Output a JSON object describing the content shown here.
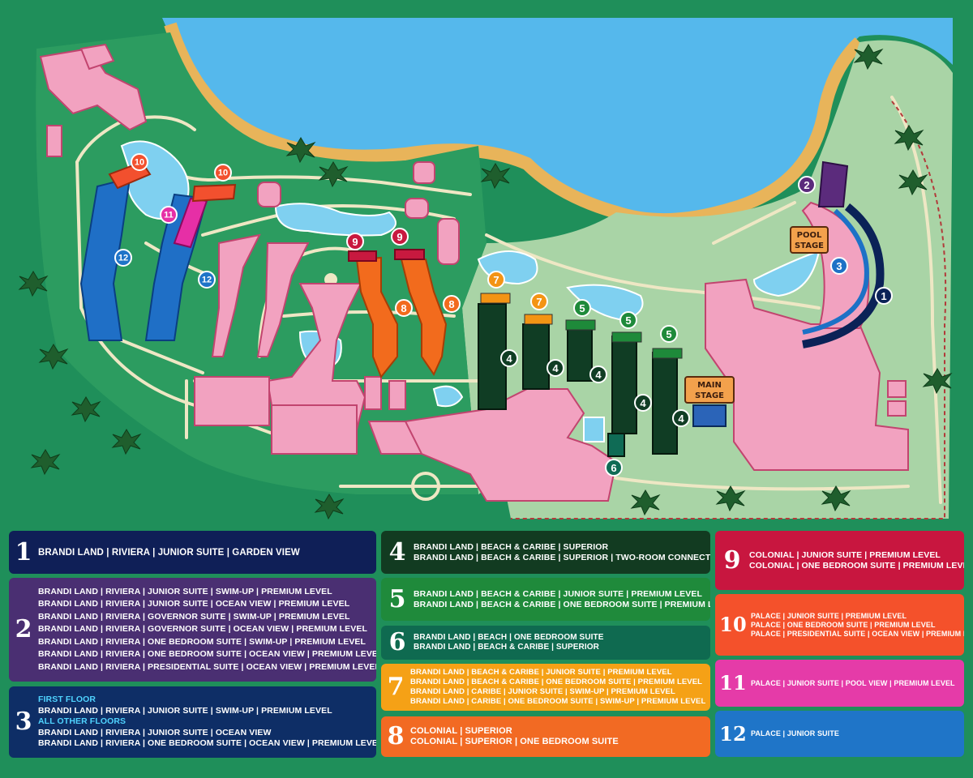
{
  "map": {
    "signs": {
      "pool_stage": [
        "POOL",
        "STAGE"
      ],
      "main_stage": [
        "MAIN",
        "STAGE"
      ]
    },
    "markers": [
      {
        "id": "1",
        "color": "#0b2257"
      },
      {
        "id": "2",
        "color": "#5b2b7c"
      },
      {
        "id": "3",
        "color": "#1d71c6"
      },
      {
        "id": "4",
        "color": "#103d24"
      },
      {
        "id": "5",
        "color": "#1e8a3a"
      },
      {
        "id": "6",
        "color": "#0f6b55"
      },
      {
        "id": "7",
        "color": "#f39414"
      },
      {
        "id": "8",
        "color": "#f26b1d"
      },
      {
        "id": "9",
        "color": "#c8193f"
      },
      {
        "id": "10",
        "color": "#f2502e"
      },
      {
        "id": "11",
        "color": "#e62fa6"
      },
      {
        "id": "12",
        "color": "#1f74c8"
      }
    ]
  },
  "legend": [
    {
      "number": "1",
      "color": "#0f1f57",
      "lines": [
        "BRANDI LAND | RIVIERA | JUNIOR SUITE | GARDEN VIEW"
      ]
    },
    {
      "number": "2",
      "color": "#4a2f72",
      "lines": [
        "BRANDI LAND | RIVIERA | JUNIOR SUITE | SWIM-UP | PREMIUM LEVEL",
        "BRANDI LAND | RIVIERA | JUNIOR SUITE | OCEAN VIEW | PREMIUM LEVEL",
        "BRANDI LAND | RIVIERA | GOVERNOR SUITE | SWIM-UP | PREMIUM LEVEL",
        "BRANDI LAND | RIVIERA | GOVERNOR SUITE | OCEAN VIEW | PREMIUM LEVEL",
        "BRANDI LAND | RIVIERA | ONE BEDROOM SUITE | SWIM-UP | PREMIUM LEVEL",
        "BRANDI LAND | RIVIERA | ONE BEDROOM SUITE | OCEAN VIEW | PREMIUM LEVEL",
        "BRANDI LAND | RIVIERA | PRESIDENTIAL SUITE | OCEAN VIEW | PREMIUM LEVEL"
      ]
    },
    {
      "number": "3",
      "color": "#0e2e66",
      "lines": [
        {
          "text": "FIRST FLOOR",
          "note": true
        },
        {
          "text": "BRANDI LAND | RIVIERA | JUNIOR SUITE | SWIM-UP | PREMIUM LEVEL"
        },
        {
          "text": "ALL OTHER FLOORS",
          "note": true
        },
        {
          "text": "BRANDI LAND | RIVIERA | JUNIOR SUITE | OCEAN VIEW"
        },
        {
          "text": "BRANDI LAND | RIVIERA | ONE BEDROOM SUITE | OCEAN VIEW | PREMIUM LEVEL"
        }
      ]
    },
    {
      "number": "4",
      "color": "#123b21",
      "lines": [
        "BRANDI LAND | BEACH & CARIBE | SUPERIOR",
        "BRANDI LAND | BEACH & CARIBE | SUPERIOR | TWO-ROOM CONNECTED"
      ]
    },
    {
      "number": "5",
      "color": "#1f8a3b",
      "lines": [
        "BRANDI LAND | BEACH & CARIBE | JUNIOR SUITE | PREMIUM LEVEL",
        "BRANDI LAND | BEACH & CARIBE | ONE BEDROOM SUITE | PREMIUM LEVEL"
      ]
    },
    {
      "number": "6",
      "color": "#0f6a50",
      "lines": [
        "BRANDI LAND | BEACH | ONE BEDROOM SUITE",
        "BRANDI LAND | BEACH & CARIBE | SUPERIOR"
      ]
    },
    {
      "number": "7",
      "color": "#f5a116",
      "lines": [
        "BRANDI LAND | BEACH & CARIBE | JUNIOR SUITE | PREMIUM LEVEL",
        "BRANDI LAND | BEACH & CARIBE | ONE BEDROOM SUITE | PREMIUM LEVEL",
        "BRANDI LAND | CARIBE | JUNIOR SUITE | SWIM-UP | PREMIUM LEVEL",
        "BRANDI LAND | CARIBE | ONE BEDROOM SUITE | SWIM-UP | PREMIUM LEVEL"
      ]
    },
    {
      "number": "8",
      "color": "#f26a23",
      "lines": [
        "COLONIAL | SUPERIOR",
        "COLONIAL | SUPERIOR | ONE BEDROOM SUITE"
      ]
    },
    {
      "number": "9",
      "color": "#c8163f",
      "lines": [
        "COLONIAL | JUNIOR SUITE | PREMIUM LEVEL",
        "COLONIAL | ONE BEDROOM SUITE | PREMIUM LEVEL"
      ]
    },
    {
      "number": "10",
      "color": "#f4512b",
      "lines": [
        "PALACE | JUNIOR SUITE | PREMIUM LEVEL",
        "PALACE | ONE BEDROOM SUITE | PREMIUM LEVEL",
        "PALACE | PRESIDENTIAL SUITE | OCEAN VIEW | PREMIUM LEVEL"
      ]
    },
    {
      "number": "11",
      "color": "#e53ba8",
      "lines": [
        "PALACE | JUNIOR SUITE | POOL VIEW | PREMIUM LEVEL"
      ]
    },
    {
      "number": "12",
      "color": "#1f75c8",
      "lines": [
        "PALACE | JUNIOR SUITE"
      ]
    }
  ]
}
